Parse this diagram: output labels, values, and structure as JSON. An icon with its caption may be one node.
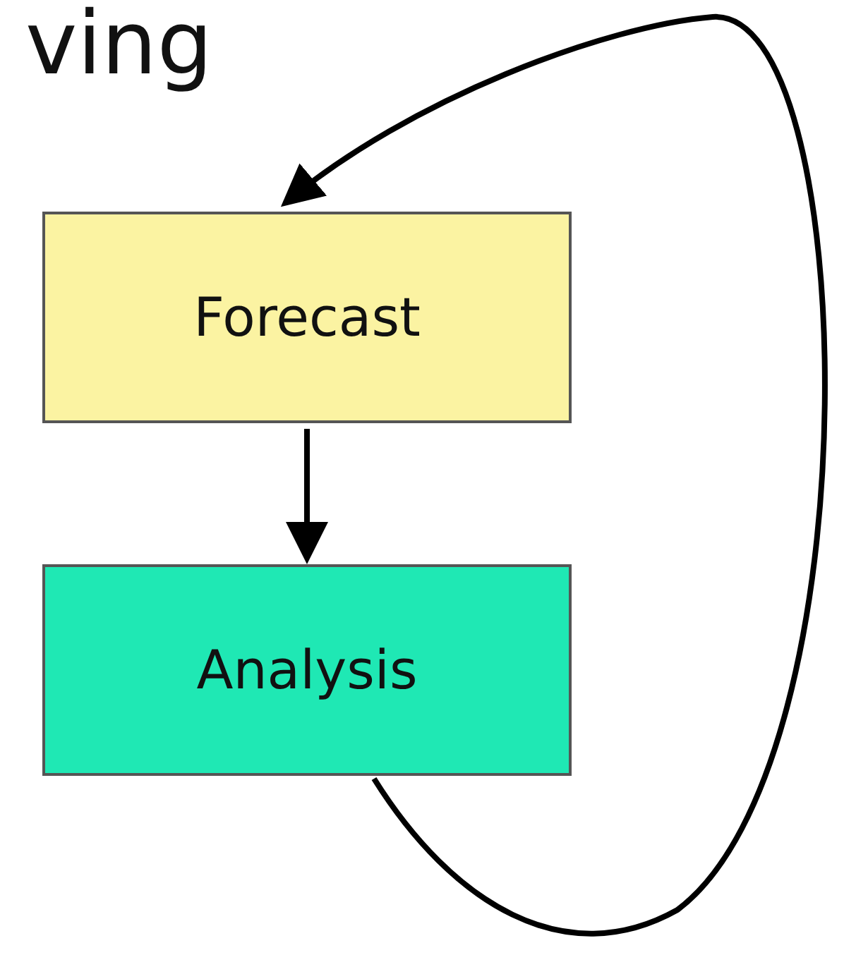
{
  "diagram": {
    "nodes": [
      {
        "text": [
          "Forecast"
        ]
      },
      {
        "text": [
          "Analysis"
        ]
      }
    ],
    "edges": [
      {
        "from": 0,
        "to": 1,
        "arrow": "to"
      },
      {
        "from": 1,
        "to": 0,
        "arrow": "to"
      }
    ],
    "labels": [
      "ving"
    ]
  }
}
